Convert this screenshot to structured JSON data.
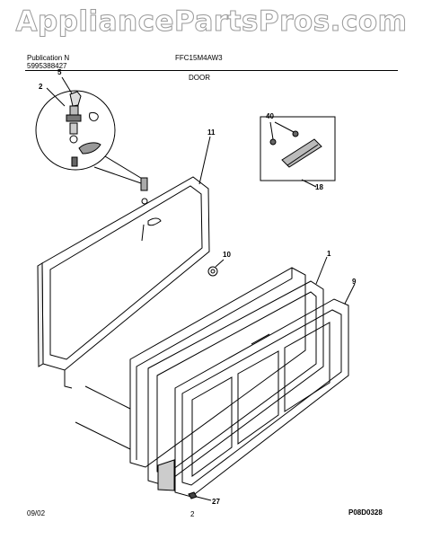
{
  "watermark": "AppliancePartsPros.com",
  "header": {
    "publication_label": "Publication N",
    "publication_number": "5995388427",
    "model": "FFC15M4AW3",
    "section": "DOOR"
  },
  "callouts": [
    "5",
    "2",
    "11",
    "40",
    "18",
    "10",
    "1",
    "9",
    "27"
  ],
  "footer": {
    "date": "09/02",
    "page_number": "2",
    "drawing_code": "P08D0328"
  }
}
